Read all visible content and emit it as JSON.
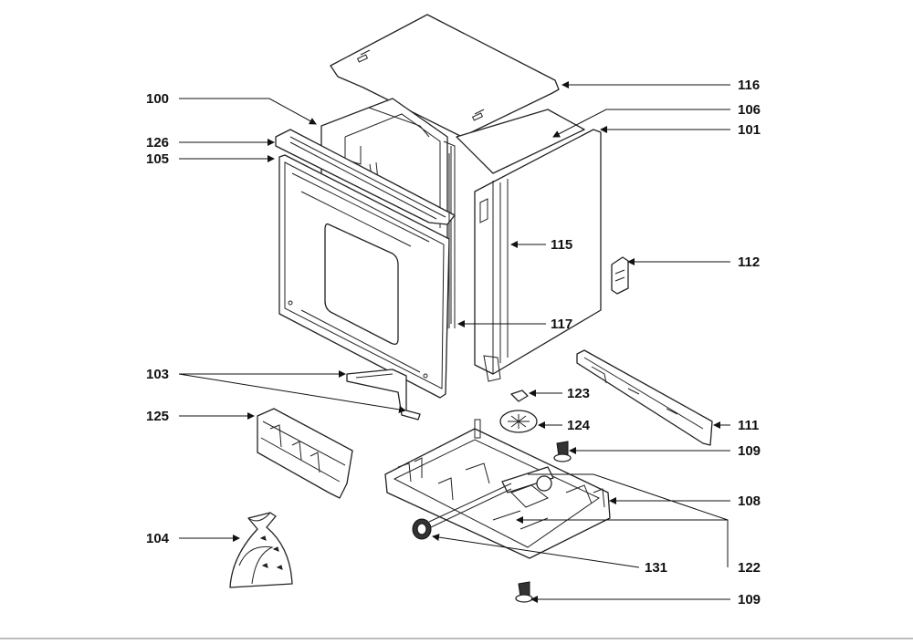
{
  "callouts": {
    "c100": "100",
    "c126": "126",
    "c105": "105",
    "c103": "103",
    "c125": "125",
    "c104": "104",
    "c116": "116",
    "c106": "106",
    "c101": "101",
    "c115": "115",
    "c112": "112",
    "c117": "117",
    "c123": "123",
    "c124": "124",
    "c111": "111",
    "c109a": "109",
    "c108": "108",
    "c131": "131",
    "c122": "122",
    "c109b": "109"
  },
  "colors": {
    "ink": "#111111",
    "paper": "#ffffff"
  }
}
